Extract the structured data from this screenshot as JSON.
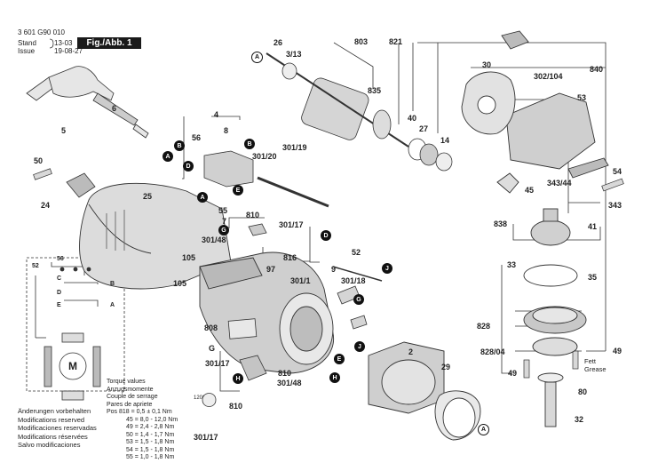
{
  "header": {
    "doc_number": "3 601 G90 010",
    "stand_label": "Stand",
    "issue_label": "Issue",
    "stand_date": "13-03",
    "issue_date": "19-08-27",
    "fig_label": "Fig./Abb. 1"
  },
  "part_labels": [
    "26",
    "3/13",
    "803",
    "821",
    "30",
    "840",
    "835",
    "302/104",
    "53",
    "40",
    "27",
    "14",
    "5",
    "6",
    "56",
    "8",
    "B",
    "301/19",
    "4",
    "50",
    "D",
    "301/20",
    "25",
    "24",
    "E",
    "55",
    "7",
    "A",
    "810",
    "301/17",
    "G",
    "301/48",
    "816",
    "52",
    "105",
    "97",
    "9",
    "301/18",
    "301/1",
    "J",
    "808",
    "2",
    "29",
    "838",
    "41",
    "343/44",
    "45",
    "343",
    "54",
    "33",
    "35",
    "828",
    "828/04",
    "49",
    "80",
    "32",
    "C",
    "M"
  ],
  "torque_table": {
    "heading": [
      "Torque values",
      "Anzugsmomente",
      "Couple de serrage",
      "Pares de apriete"
    ],
    "rows": [
      "Pos 818 = 0,5 ± 0,1 Nm",
      "45 = 8,0 - 12,0 Nm",
      "49 = 2,4 - 2,8 Nm",
      "50 = 1,4 - 1,7 Nm",
      "53 = 1,5 - 1,8 Nm",
      "54 = 1,5 - 1,8 Nm",
      "55 = 1,0 - 1,8 Nm"
    ]
  },
  "notes": [
    "Änderungen vorbehalten",
    "Modifications reserved",
    "Modificaciones reservadas",
    "Modifications réservées",
    "Salvo modificaciones"
  ],
  "grease_note": [
    "Fett",
    "Grease"
  ],
  "angle_note": "120°",
  "markers": [
    "A",
    "B",
    "C",
    "D",
    "E",
    "G",
    "H",
    "J"
  ]
}
